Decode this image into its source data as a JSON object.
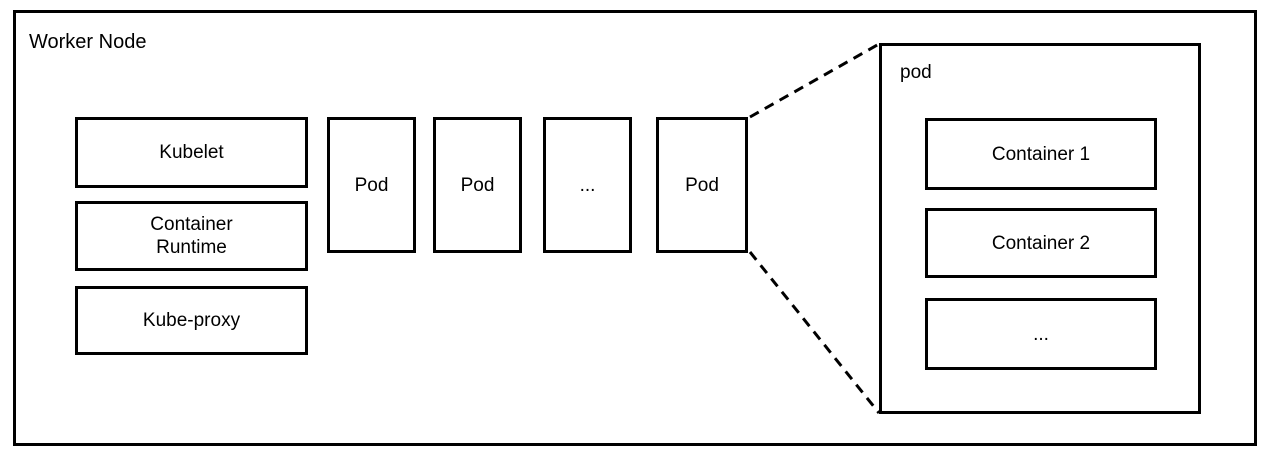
{
  "diagram": {
    "title": "Worker Node",
    "node_components": [
      {
        "label": "Kubelet"
      },
      {
        "label": "Container\nRuntime"
      },
      {
        "label": "Kube-proxy"
      }
    ],
    "pods": [
      {
        "label": "Pod"
      },
      {
        "label": "Pod"
      },
      {
        "label": "..."
      },
      {
        "label": "Pod"
      }
    ],
    "pod_detail": {
      "title": "pod",
      "containers": [
        {
          "label": "Container 1"
        },
        {
          "label": "Container 2"
        },
        {
          "label": "..."
        }
      ]
    },
    "connectors": {
      "style": "dashed",
      "color": "#000000",
      "count": 2,
      "description": "Two dashed callout lines from the last Pod to the expanded pod panel"
    },
    "colors": {
      "background": "#ffffff",
      "stroke": "#000000",
      "text": "#000000"
    }
  }
}
